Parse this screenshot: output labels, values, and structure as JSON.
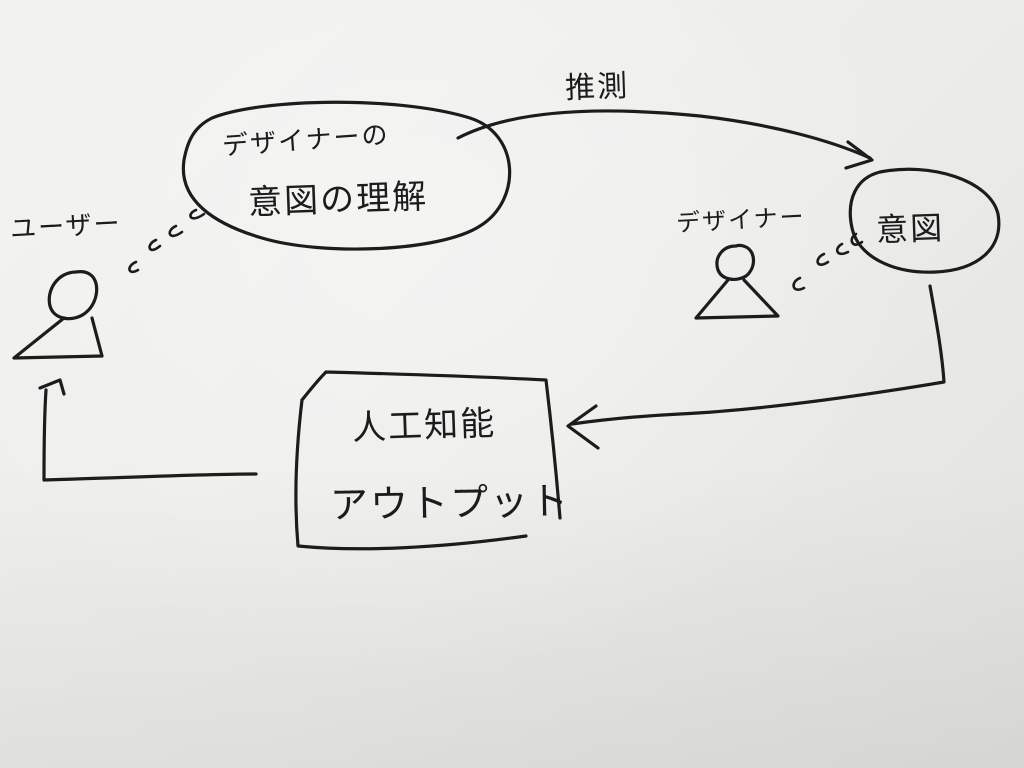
{
  "diagram": {
    "user_label": "ユーザー",
    "inference_label": "推測",
    "bubble_understanding": {
      "line1": "デザイナーの",
      "line2": "意図の理解"
    },
    "designer_label": "デザイナー",
    "bubble_intent": "意図",
    "output_box": {
      "line1": "人工知能",
      "line2": "アウトプット"
    }
  },
  "colors": {
    "ink": "#1c1c1c",
    "paper": "#efefed"
  }
}
